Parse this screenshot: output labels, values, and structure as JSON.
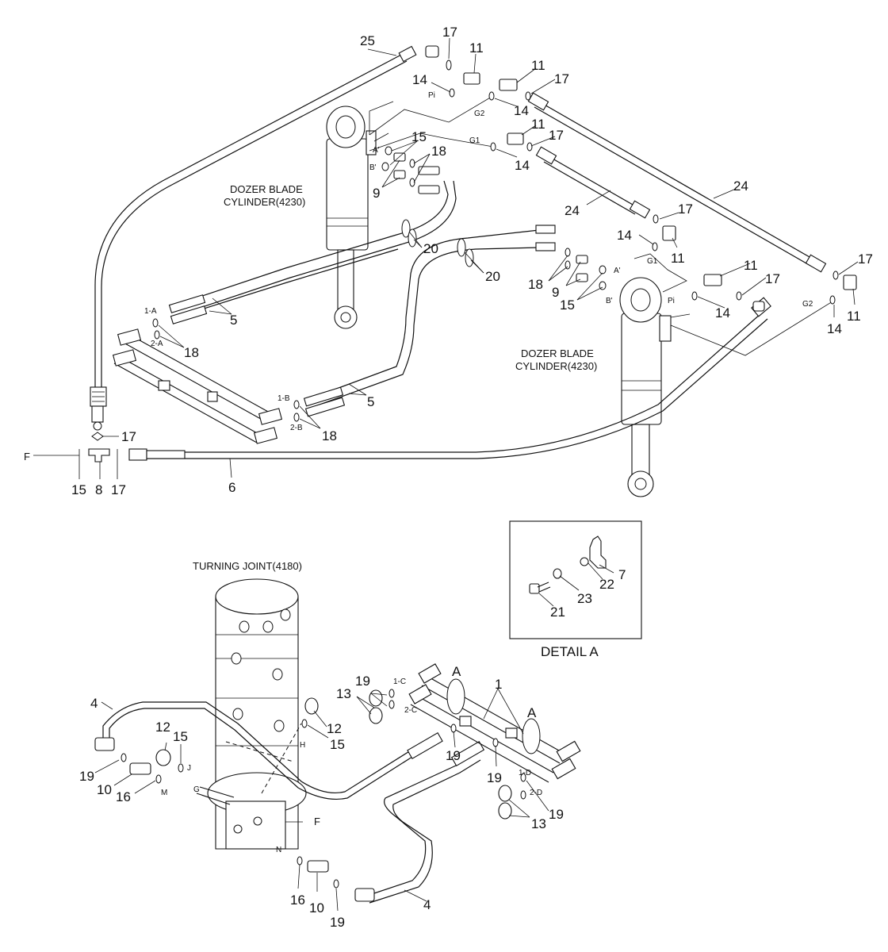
{
  "captions": {
    "cyl_left_1": "DOZER BLADE",
    "cyl_left_2": "CYLINDER(4230)",
    "cyl_right_1": "DOZER BLADE",
    "cyl_right_2": "CYLINDER(4230)",
    "turning_joint": "TURNING JOINT(4180)",
    "detail_a": "DETAIL A",
    "letter_a_1": "A",
    "letter_a_2": "A",
    "letter_f_left": "F",
    "letter_f_joint": "F"
  },
  "ports": {
    "pi_top": "Pi",
    "g2_top": "G2",
    "g1_top": "G1",
    "a_prime_top": "A'",
    "b_prime_top": "B'",
    "g1_right": "G1",
    "a_prime_right": "A'",
    "b_prime_right": "B'",
    "pi_right": "Pi",
    "g2_right": "G2",
    "p1a": "1-A",
    "p2a": "2-A",
    "p1b": "1-B",
    "p2b": "2-B",
    "p1c": "1-C",
    "p2c": "2-C",
    "p1d": "1-D",
    "p2d": "2-D",
    "h": "H",
    "j": "J",
    "g": "G",
    "m": "M",
    "n": "N"
  },
  "callouts": [
    "25",
    "17",
    "11",
    "14",
    "11",
    "17",
    "14",
    "15",
    "11",
    "17",
    "18",
    "14",
    "9",
    "24",
    "24",
    "17",
    "14",
    "11",
    "20",
    "20",
    "18",
    "9",
    "15",
    "11",
    "17",
    "17",
    "14",
    "14",
    "11",
    "5",
    "18",
    "5",
    "18",
    "17",
    "15",
    "8",
    "17",
    "6",
    "7",
    "22",
    "23",
    "21",
    "1",
    "19",
    "13",
    "12",
    "15",
    "4",
    "12",
    "15",
    "19",
    "10",
    "16",
    "19",
    "19",
    "13",
    "16",
    "10",
    "19",
    "4"
  ]
}
